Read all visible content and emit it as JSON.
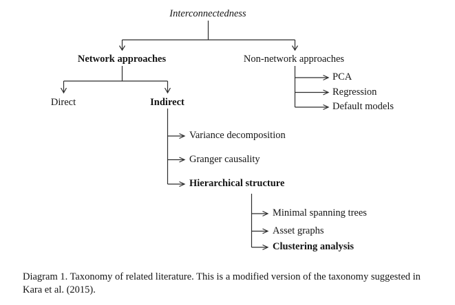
{
  "diagram": {
    "root": {
      "label": "Interconnectedness",
      "style": "italic"
    },
    "level2": [
      {
        "label": "Network approaches",
        "style": "bold"
      },
      {
        "label": "Non-network approaches",
        "style": "regular"
      }
    ],
    "level3_network": [
      {
        "label": "Direct",
        "style": "regular"
      },
      {
        "label": "Indirect",
        "style": "bold"
      }
    ],
    "nonnetwork_children": [
      {
        "label": "PCA",
        "style": "regular"
      },
      {
        "label": "Regression",
        "style": "regular"
      },
      {
        "label": "Default models",
        "style": "regular"
      }
    ],
    "indirect_children": [
      {
        "label": "Variance decomposition",
        "style": "regular"
      },
      {
        "label": "Granger causality",
        "style": "regular"
      },
      {
        "label": "Hierarchical structure",
        "style": "bold"
      }
    ],
    "hierarchical_children": [
      {
        "label": "Minimal spanning trees",
        "style": "regular"
      },
      {
        "label": "Asset graphs",
        "style": "regular"
      },
      {
        "label": "Clustering analysis",
        "style": "bold"
      }
    ],
    "line_color": "#2b2b2b"
  },
  "caption": {
    "line1": "Diagram 1. Taxonomy of related literature. This is a modified version of the taxonomy",
    "line2": "suggested in Kara et al. (2015)."
  }
}
